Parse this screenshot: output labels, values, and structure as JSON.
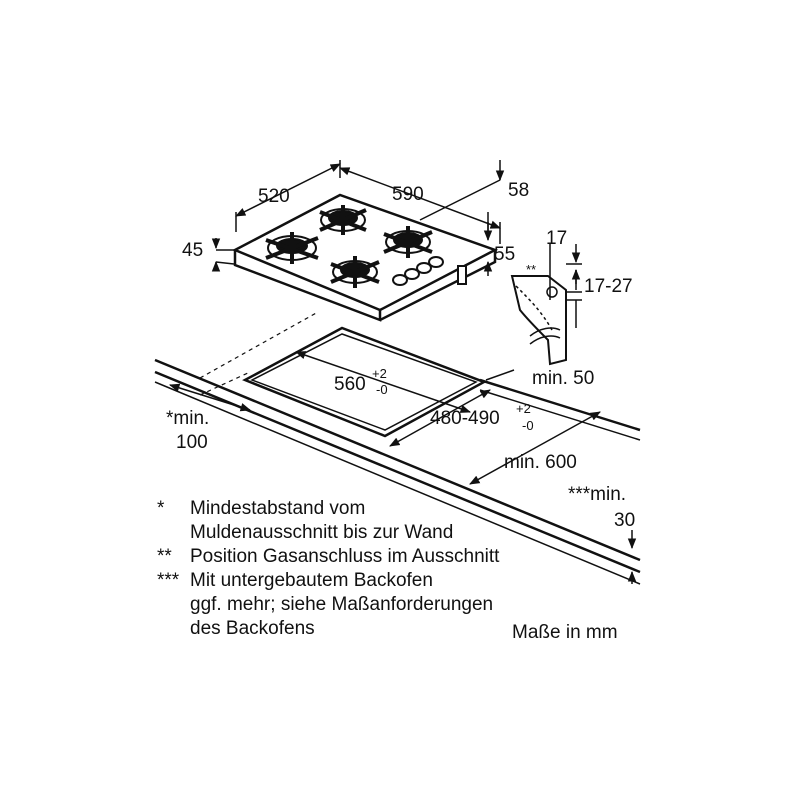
{
  "dimensions": {
    "width_520": "520",
    "width_590": "590",
    "depth_58": "58",
    "height_45": "45",
    "height_55": "55",
    "gas_17": "17",
    "gas_17_27": "17-27",
    "gas_marker": "**",
    "cutout_560": "560",
    "cutout_560_tol_plus": "+2",
    "cutout_560_tol_minus": "-0",
    "cutout_480_490": "480-490",
    "cutout_480_tol_plus": "+2",
    "cutout_480_tol_minus": "-0",
    "min_50": "min. 50",
    "min_100_line1": "*min.",
    "min_100_line2": "100",
    "min_600": "min. 600",
    "min_30_line1": "***min.",
    "min_30_line2": "30"
  },
  "notes": [
    {
      "mark": "*",
      "text": "Mindestabstand vom"
    },
    {
      "mark": "",
      "text": "Muldenausschnitt bis zur Wand"
    },
    {
      "mark": "**",
      "text": "Position Gasanschluss im Ausschnitt"
    },
    {
      "mark": "***",
      "text": "Mit untergebautem Backofen"
    },
    {
      "mark": "",
      "text": "ggf. mehr; siehe Maßanforderungen"
    },
    {
      "mark": "",
      "text": "des Backofens"
    }
  ],
  "units_label": "Maße in mm"
}
